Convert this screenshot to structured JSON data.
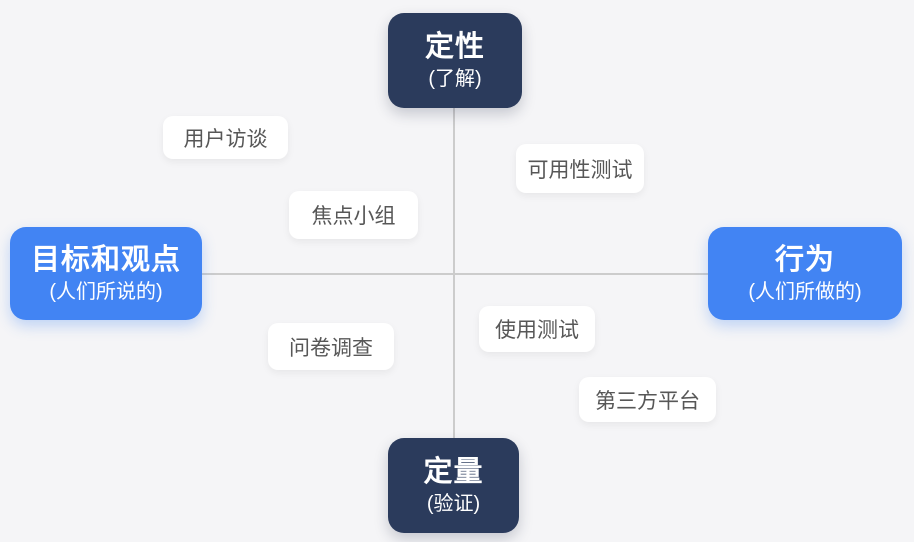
{
  "diagram": {
    "axes": {
      "top": {
        "title": "定性",
        "subtitle": "(了解)"
      },
      "bottom": {
        "title": "定量",
        "subtitle": "(验证)"
      },
      "left": {
        "title": "目标和观点",
        "subtitle": "(人们所说的)"
      },
      "right": {
        "title": "行为",
        "subtitle": "(人们所做的)"
      }
    },
    "methods": {
      "user_interviews": "用户访谈",
      "focus_groups": "焦点小组",
      "usability_testing": "可用性测试",
      "survey": "问卷调查",
      "usage_testing": "使用测试",
      "third_party_platform": "第三方平台"
    },
    "colors": {
      "background": "#f5f5f7",
      "axis_line": "#cccccc",
      "dark_box": "#2b3b5c",
      "blue_box": "#4284f3",
      "method_box": "#ffffff",
      "method_text": "#575757"
    }
  }
}
